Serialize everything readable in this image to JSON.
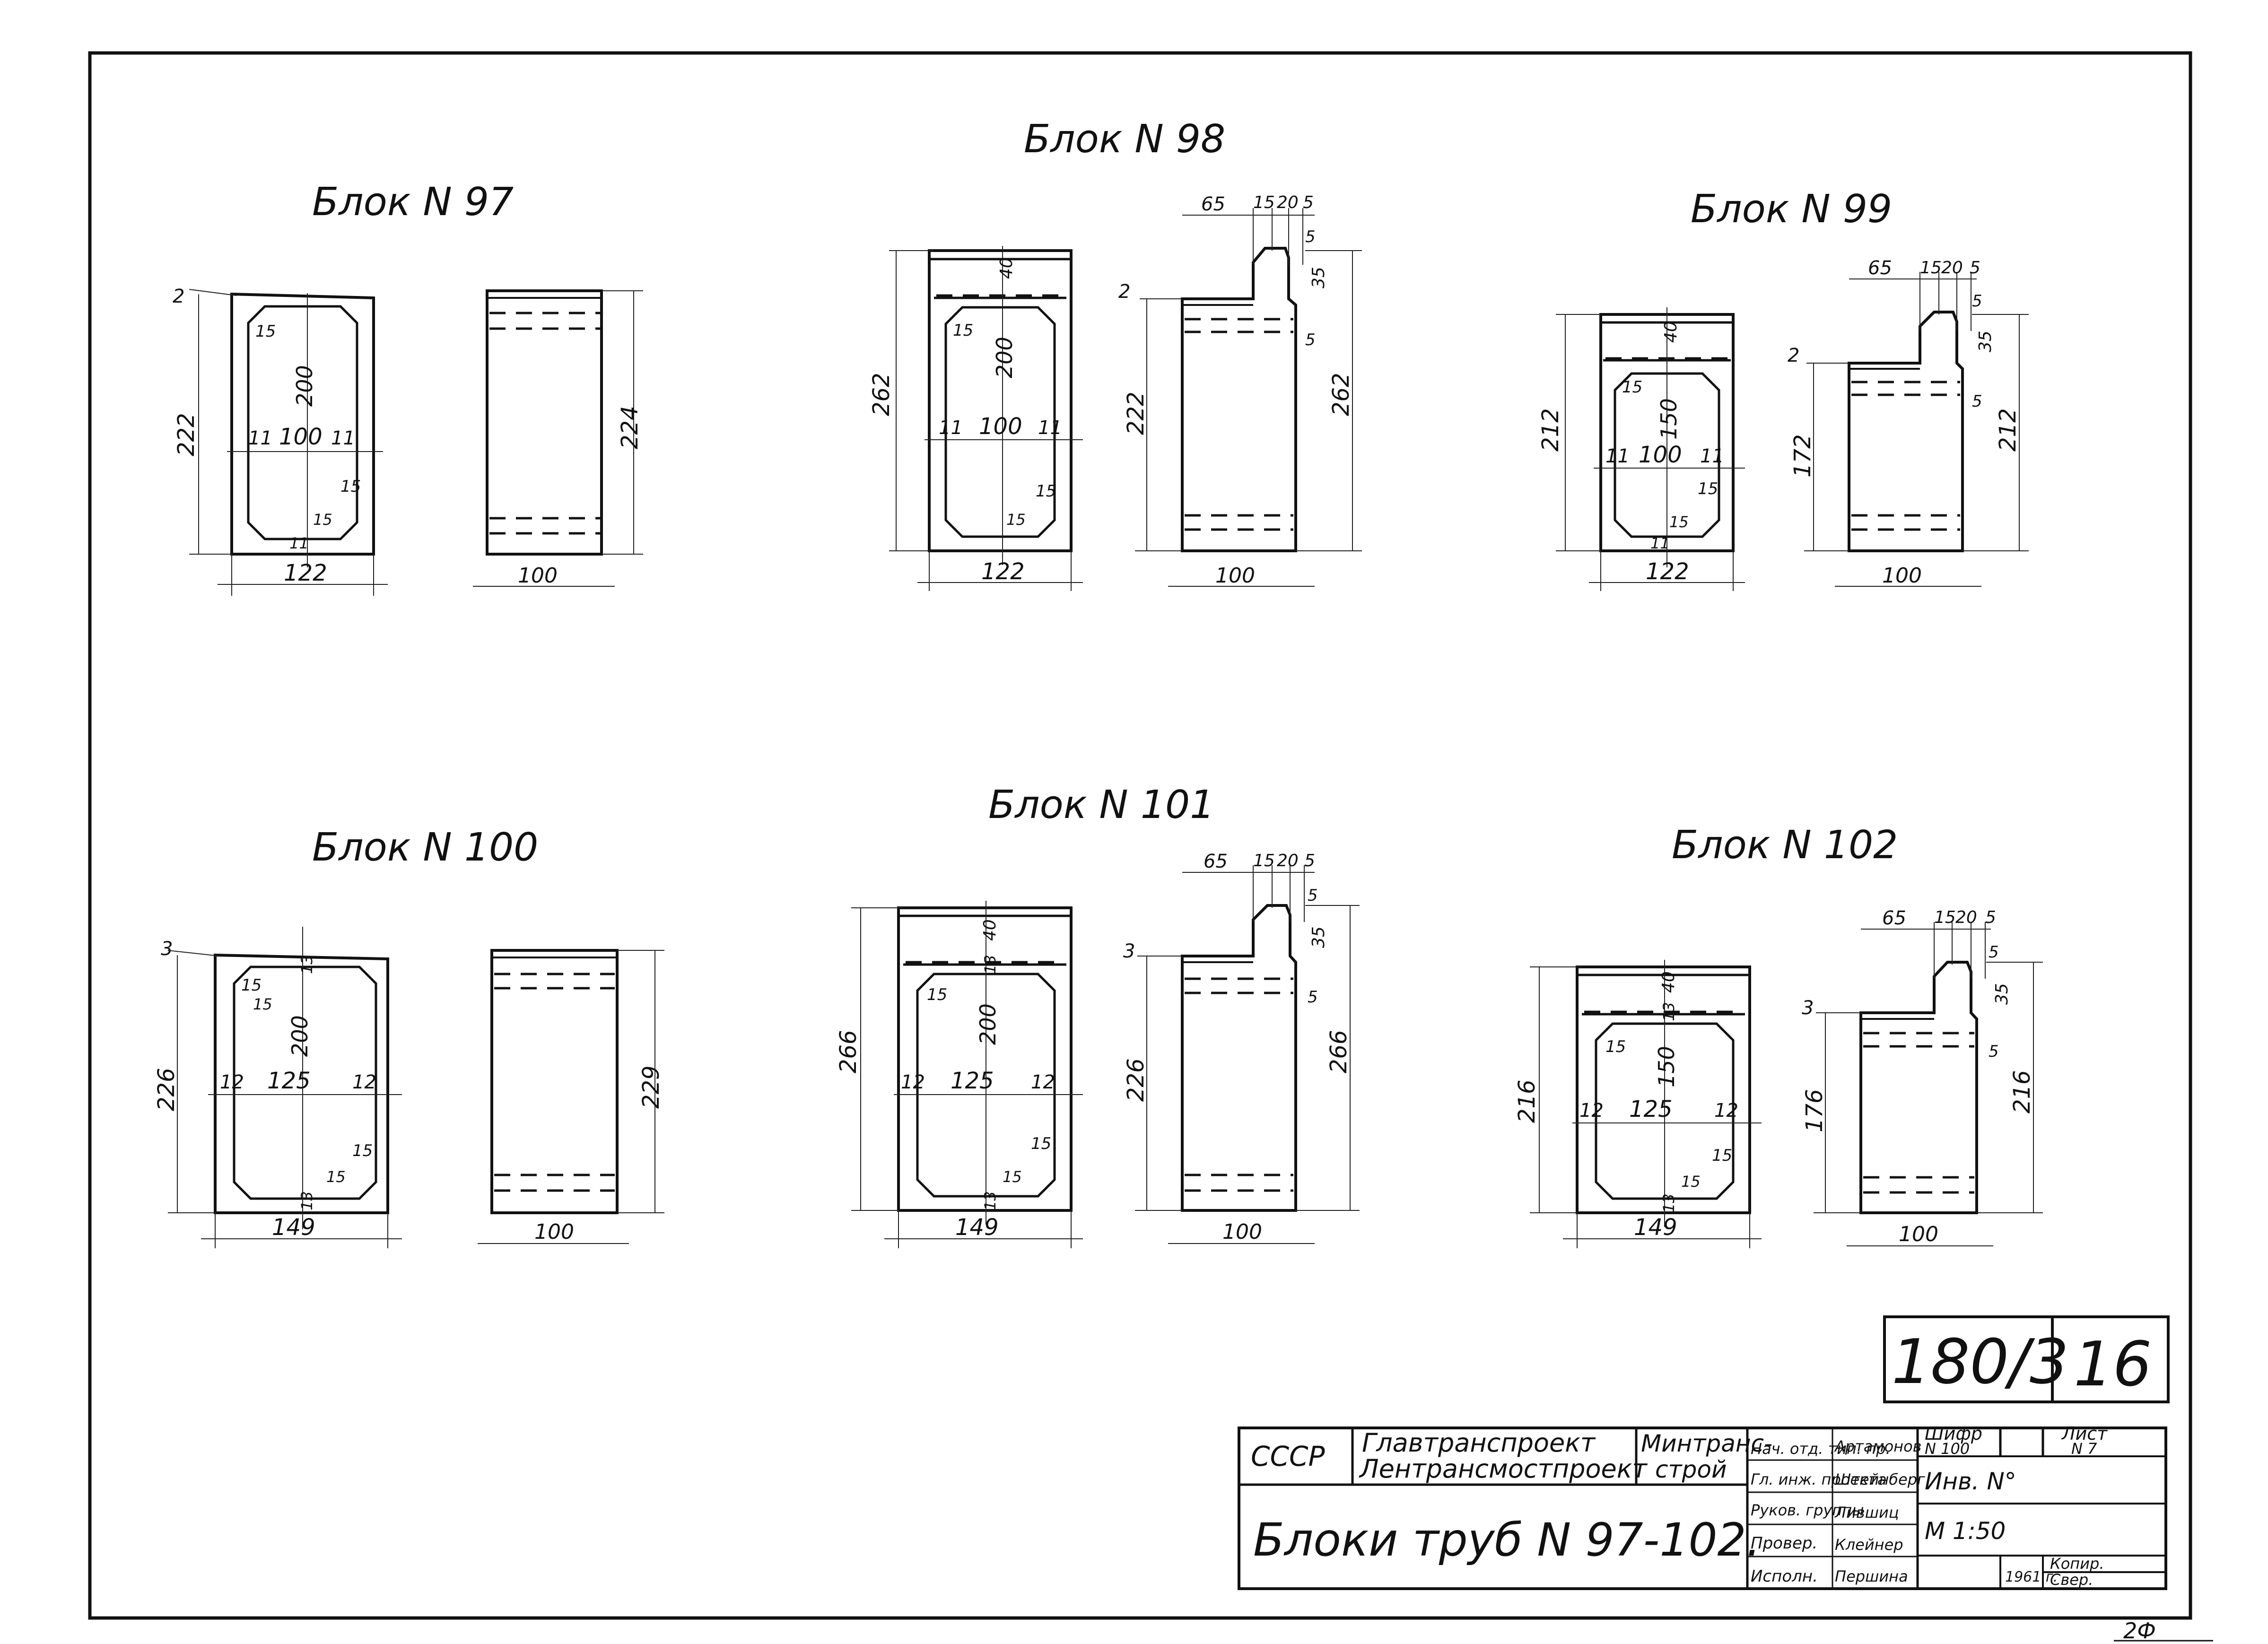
{
  "blocks": {
    "b97": {
      "title": "Блок N 97",
      "left_dims": [
        "2",
        "222",
        "15",
        "200",
        "11",
        "100",
        "11",
        "15",
        "15",
        "11"
      ],
      "bottom_left": "122",
      "bottom_right": "100",
      "right_height": "224"
    },
    "b98": {
      "title": "Блок N 98",
      "left_dims": [
        "262",
        "40",
        "15",
        "200",
        "11",
        "100",
        "11",
        "15",
        "15"
      ],
      "bottom_left": "122",
      "bottom_right": "100",
      "side_dims": [
        "65",
        "15",
        "20",
        "5",
        "5",
        "35",
        "5",
        "2",
        "222",
        "262"
      ]
    },
    "b99": {
      "title": "Блок N 99",
      "left_dims": [
        "212",
        "40",
        "15",
        "150",
        "11",
        "100",
        "11",
        "15",
        "15",
        "11"
      ],
      "bottom_left": "122",
      "bottom_right": "100",
      "side_dims": [
        "65",
        "15",
        "20",
        "5",
        "5",
        "35",
        "5",
        "2",
        "172",
        "212"
      ]
    },
    "b100": {
      "title": "Блок N 100",
      "left_dims": [
        "3",
        "226",
        "15",
        "15",
        "200",
        "12",
        "125",
        "12",
        "15",
        "15",
        "13",
        "13"
      ],
      "bottom_left": "149",
      "bottom_right": "100",
      "right_height": "229"
    },
    "b101": {
      "title": "Блок N 101",
      "left_dims": [
        "266",
        "40",
        "15",
        "13",
        "200",
        "12",
        "125",
        "12",
        "15",
        "15",
        "13"
      ],
      "bottom_left": "149",
      "bottom_right": "100",
      "side_dims": [
        "65",
        "15",
        "20",
        "5",
        "5",
        "35",
        "5",
        "3",
        "226",
        "266"
      ]
    },
    "b102": {
      "title": "Блок N 102",
      "left_dims": [
        "216",
        "40",
        "15",
        "13",
        "150",
        "12",
        "125",
        "12",
        "15",
        "15",
        "13"
      ],
      "bottom_left": "149",
      "bottom_right": "100",
      "side_dims": [
        "65",
        "15",
        "20",
        "5",
        "5",
        "35",
        "5",
        "3",
        "176",
        "216"
      ]
    }
  },
  "sheet_number": {
    "series": "180/3",
    "page": "16"
  },
  "title_block": {
    "org_country": "СССР",
    "org_main": "Главтранспроект",
    "org_sub": "Лентрансмостпроект",
    "ministry_line1": "Минтранс-",
    "ministry_line2": "строй",
    "drawing_title": "Блоки труб N 97-102.",
    "roles": [
      "Нач. отд. тип. пр.",
      "Гл. инж. проекта",
      "Руков. группы",
      "Провер.",
      "Исполн."
    ],
    "names": [
      "Артамонов",
      "Штейнберг",
      "Лившиц",
      "Клейнер",
      "Першина"
    ],
    "cipher_label": "Шифр",
    "cipher_value": "N 100",
    "sheet_label": "Лист",
    "sheet_value": "N 7",
    "inv_label": "Инв. N°",
    "scale": "М 1:50",
    "year": "1961 г.",
    "copy_label": "Копир.",
    "copy_value": "Свер."
  },
  "corner_mark": "2Ф"
}
